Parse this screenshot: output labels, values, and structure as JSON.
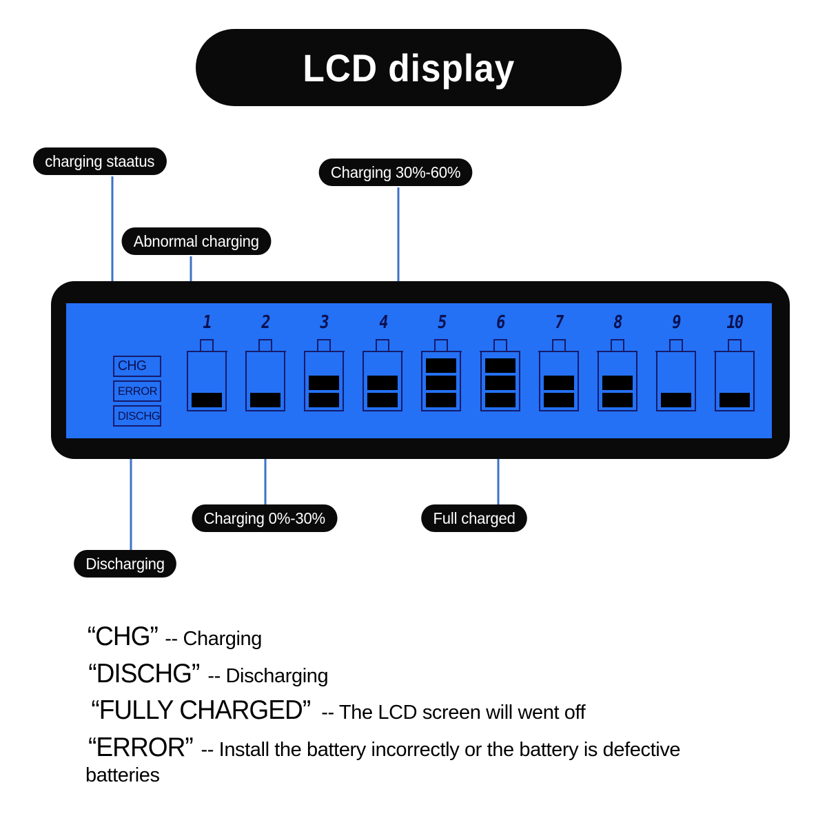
{
  "title": {
    "text": "LCD display"
  },
  "callouts": [
    {
      "id": "charging-status",
      "label": "charging staatus"
    },
    {
      "id": "abnormal-charging",
      "label": "Abnormal charging"
    },
    {
      "id": "charging-30-60",
      "label": "Charging 30%-60%"
    },
    {
      "id": "charging-0-30",
      "label": "Charging 0%-30%"
    },
    {
      "id": "full-charged",
      "label": "Full charged"
    },
    {
      "id": "discharging",
      "label": "Discharging"
    }
  ],
  "lcd": {
    "screen_color": "#2471F5",
    "bezel_color": "#0A0A0A",
    "segment_color": "#0B1050",
    "status_indicators": [
      {
        "id": "chg",
        "label": "CHG"
      },
      {
        "id": "error",
        "label": "ERROR"
      },
      {
        "id": "dischg",
        "label": "DISCHG"
      }
    ],
    "slots": [
      {
        "number": "1",
        "bars": 1
      },
      {
        "number": "2",
        "bars": 1
      },
      {
        "number": "3",
        "bars": 2
      },
      {
        "number": "4",
        "bars": 2
      },
      {
        "number": "5",
        "bars": 3
      },
      {
        "number": "6",
        "bars": 3
      },
      {
        "number": "7",
        "bars": 2
      },
      {
        "number": "8",
        "bars": 2
      },
      {
        "number": "9",
        "bars": 1
      },
      {
        "number": "10",
        "bars": 1
      }
    ]
  },
  "legend": [
    {
      "term": "“CHG”",
      "definition": "-- Charging"
    },
    {
      "term": "“DISCHG”",
      "definition": "-- Discharging"
    },
    {
      "term": "“FULLY CHARGED”",
      "definition": "-- The LCD screen will went off"
    },
    {
      "term": "“ERROR”",
      "definition": "-- Install the battery incorrectly or the battery is defective batteries"
    }
  ],
  "connector_color": "#3d72c4"
}
